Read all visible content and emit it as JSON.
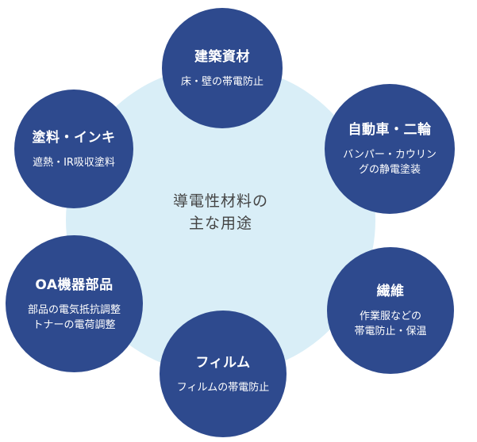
{
  "center": {
    "line1": "導電性材料の",
    "line2": "主な用途"
  },
  "nodes": [
    {
      "title": "建築資材",
      "desc": "床・壁の帯電防止"
    },
    {
      "title": "塗料・インキ",
      "desc": "遮熱・IR吸収塗料"
    },
    {
      "title": "自動車・二輪",
      "desc": "バンパー・カウリン\nグの静電塗装"
    },
    {
      "title": "OA機器部品",
      "desc": "部品の電気抵抗調整\nトナーの電荷調整"
    },
    {
      "title": "繊維",
      "desc": "作業服などの\n帯電防止・保温"
    },
    {
      "title": "フィルム",
      "desc": "フィルムの帯電防止"
    }
  ],
  "colors": {
    "node_fill": "#2e4a8e",
    "background_circle": "#d9eef7",
    "center_text": "#444444"
  }
}
